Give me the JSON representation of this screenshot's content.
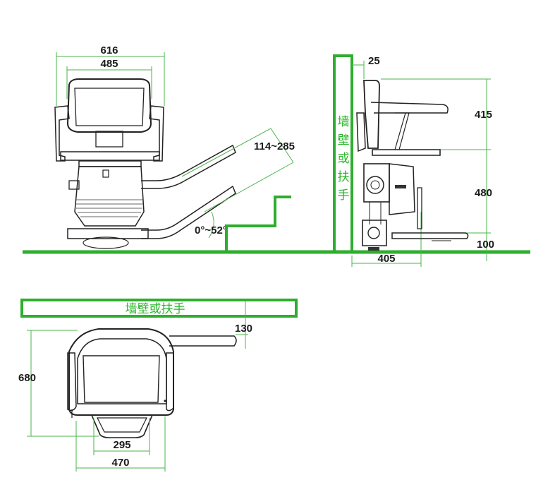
{
  "front_view": {
    "width_outer": "616",
    "width_inner": "485",
    "rail_spacing": "114~285",
    "incline": "0°~52°"
  },
  "side_view": {
    "wall_gap": "25",
    "backrest_height": "415",
    "seat_height": "480",
    "footrest_height": "100",
    "depth": "405",
    "wall_label_chars": [
      "墙",
      "壁",
      "或",
      "扶",
      "手"
    ]
  },
  "top_view": {
    "wall_label": "墙壁或扶手",
    "rail_offset": "130",
    "overall_depth": "680",
    "footrest_width": "295",
    "seat_width": "470"
  },
  "colors": {
    "wall_green": "#2eae2e",
    "dimension_green": "#49b549",
    "line_black": "#222222"
  }
}
